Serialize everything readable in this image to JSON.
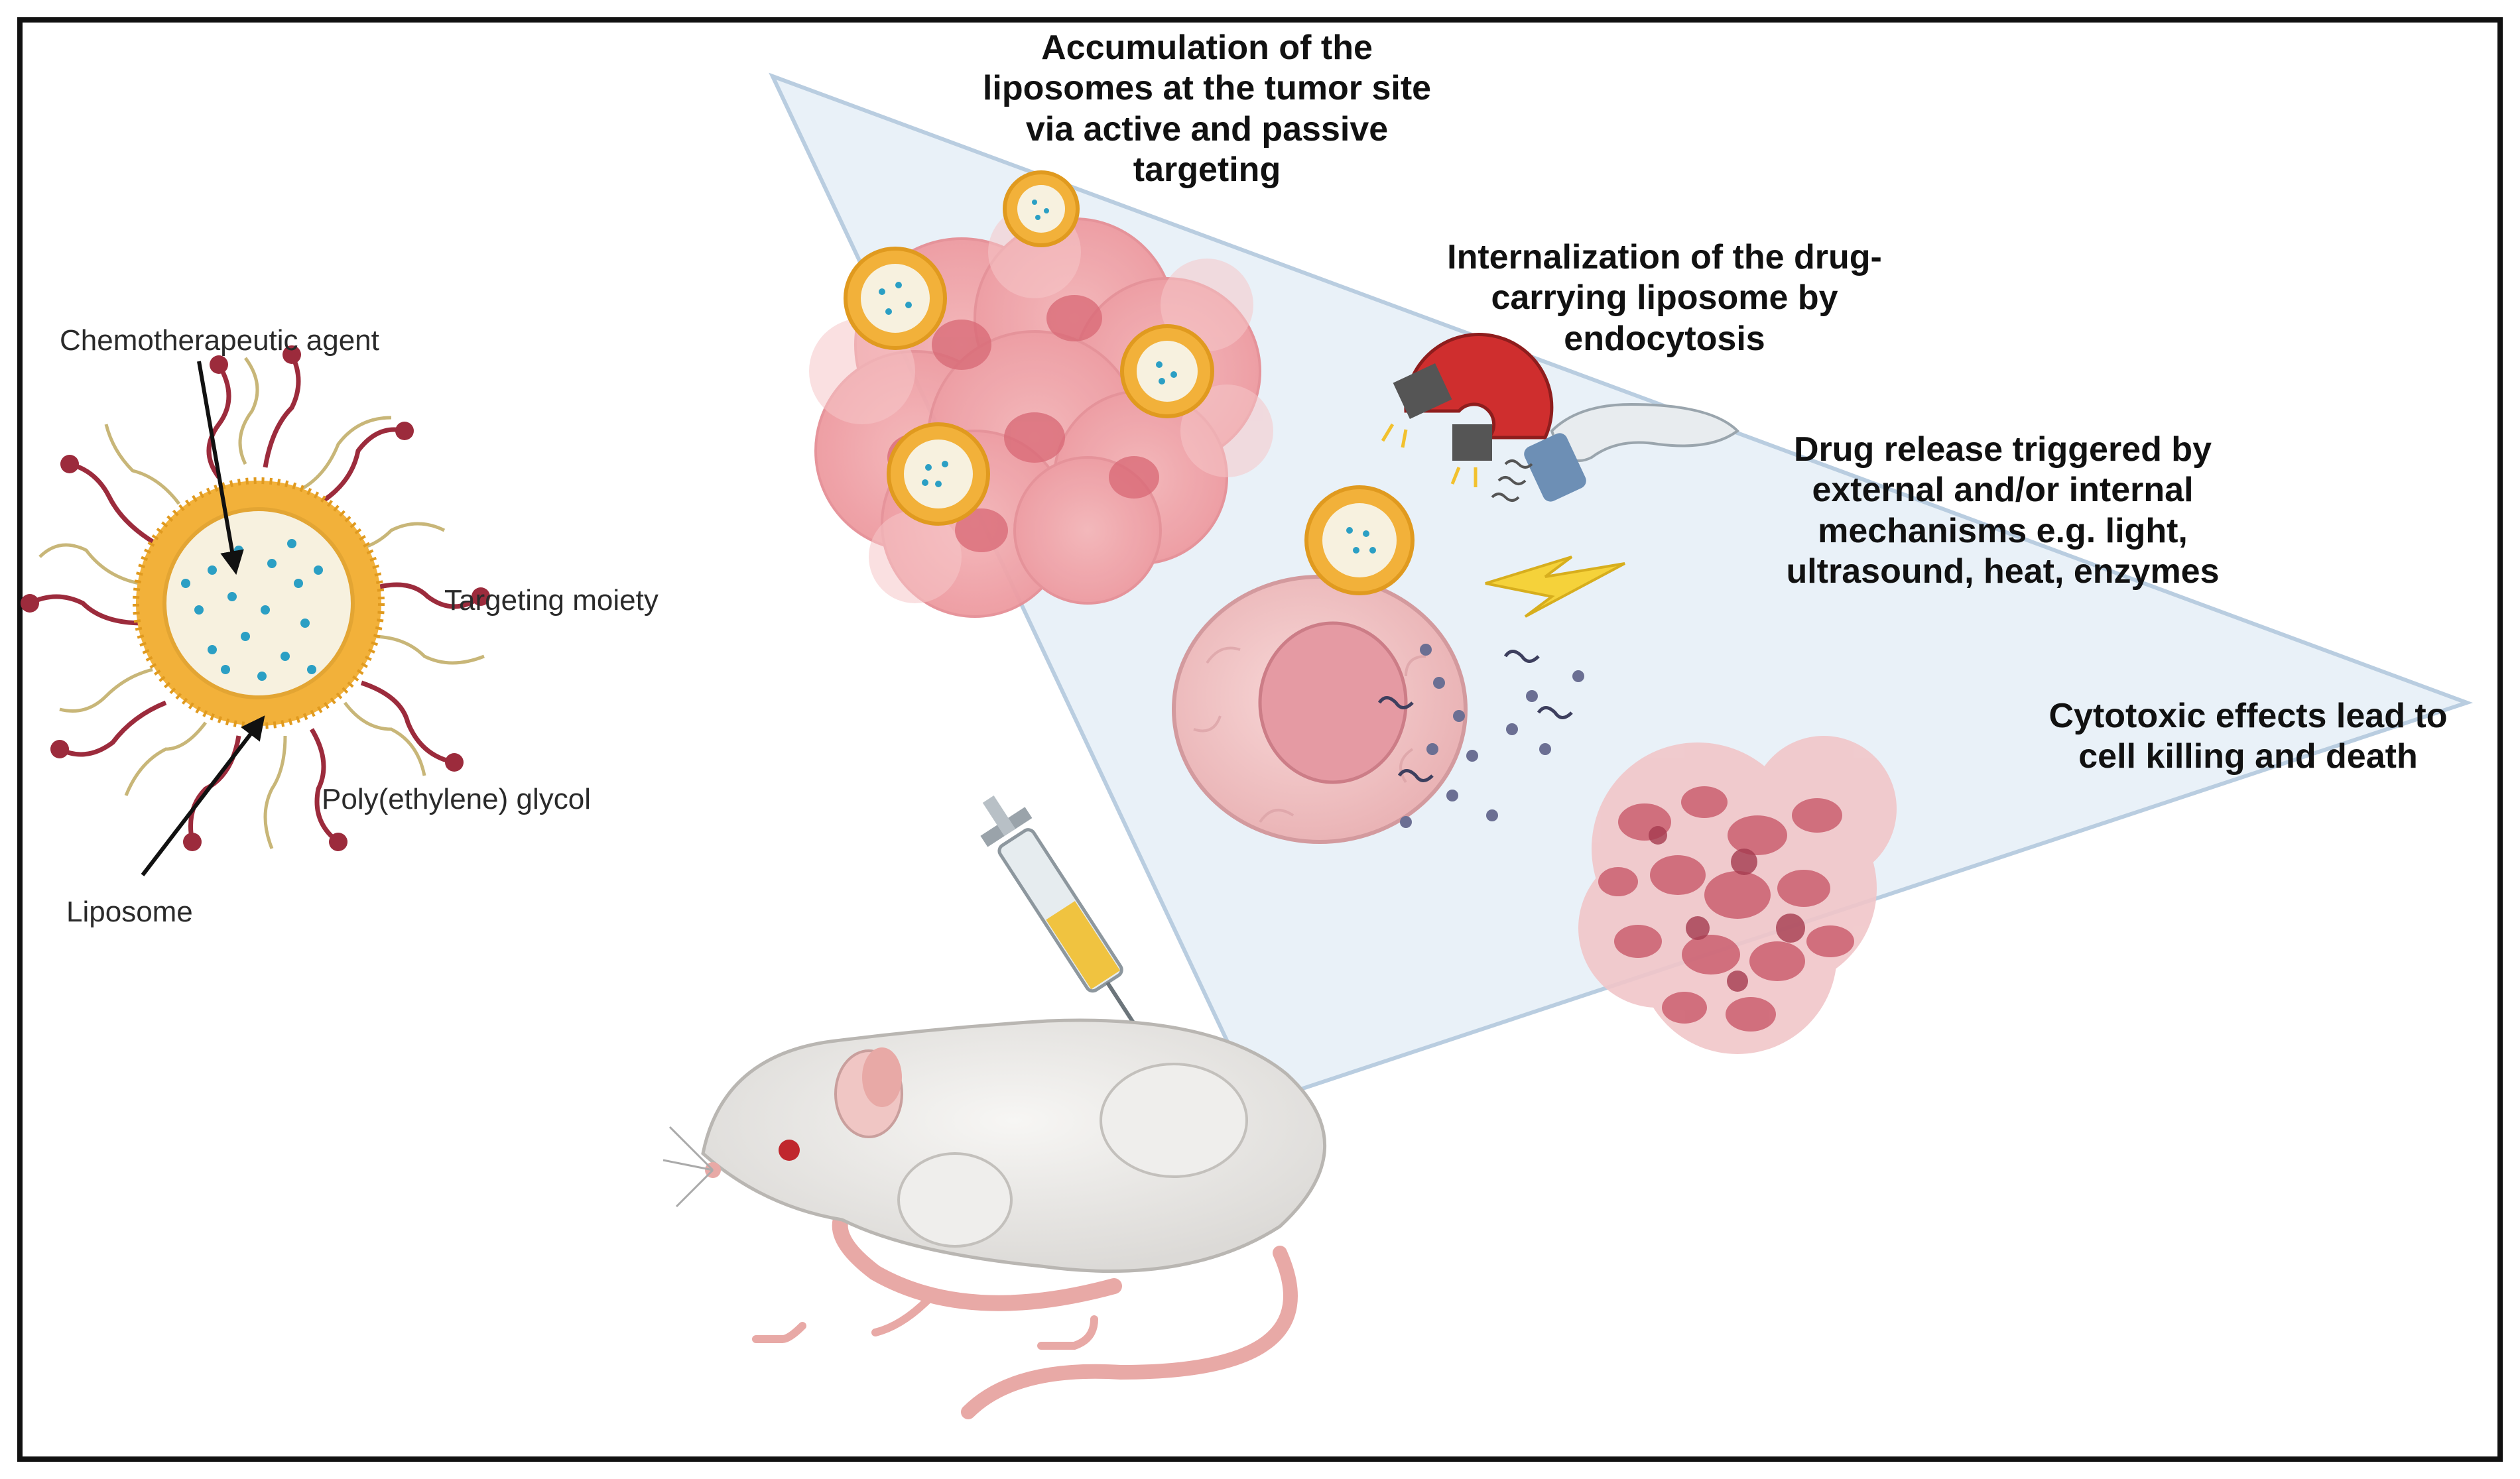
{
  "labels": {
    "chemo_agent": "Chemotherapeutic agent",
    "targeting_moiety": "Targeting moiety",
    "peg": "Poly(ethylene) glycol",
    "liposome": "Liposome",
    "accumulation": "Accumulation of the liposomes at the tumor site via active and passive targeting",
    "internalization": "Internalization of the drug-carrying liposome by endocytosis",
    "drug_release": "Drug release triggered by external and/or internal mechanisms e.g. light, ultrasound, heat, enzymes",
    "cytotoxic": "Cytotoxic effects lead to cell killing and death"
  },
  "colors": {
    "frame": "#111111",
    "panel_fill": "#e9f1f8",
    "panel_stroke": "#b9cde0",
    "liposome_ring": "#f2b13a",
    "liposome_inner": "#f7f1df",
    "drug_dots": "#2b9fc4",
    "ligand": "#9c2b3c",
    "peg_chain": "#c8b678",
    "tumor": "#f1a4a8",
    "tumor_nucleus": "#d96c78",
    "cell": "#f3c2c3",
    "magnet": "#cf2e2e",
    "bolt": "#f5d23a",
    "mouse": "#ecebe9",
    "dead_cells": "#c9596a"
  }
}
